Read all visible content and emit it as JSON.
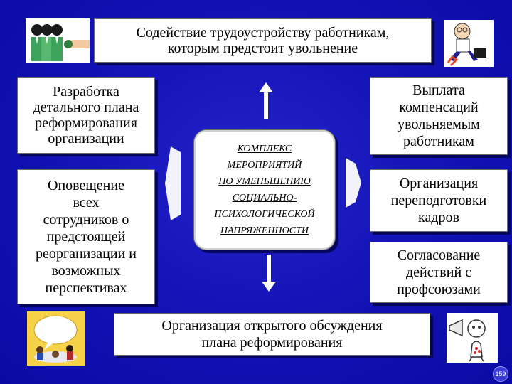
{
  "title": "Содействие трудоустройству работникам,\nкоторым предстоит увольнение",
  "center": "КОМПЛЕКС\nМЕРОПРИЯТИЙ\nПО УМЕНЬШЕНИЮ\nСОЦИАЛЬНО-\nПСИХОЛОГИЧЕСКОЙ\nНАПРЯЖЕННОСТИ",
  "left_boxes": [
    "Разработка\nдетального плана\nреформирования\nорганизации",
    "Оповещение\nвсех\nсотрудников о\nпредстоящей\nреорганизации и\nвозможных\nперспективах"
  ],
  "right_boxes": [
    "Выплата\nкомпенсаций\nувольняемым\nработникам",
    "Организация\nпереподготовки\nкадров",
    "Согласование\nдействий с\nпрофсоюзами"
  ],
  "bottom_box": "Организация открытого обсуждения\nплана реформирования",
  "page_number": "159",
  "colors": {
    "background": "#1414b8",
    "box_fill": "#ffffff",
    "arrow_fill": "#ffffff"
  },
  "icons": {
    "top_left": "business-people-clipart",
    "top_right": "walking-man-with-briefcase-clipart",
    "bottom_left": "meeting-with-speech-bubble-clipart",
    "bottom_right": "megaphone-character-clipart"
  }
}
